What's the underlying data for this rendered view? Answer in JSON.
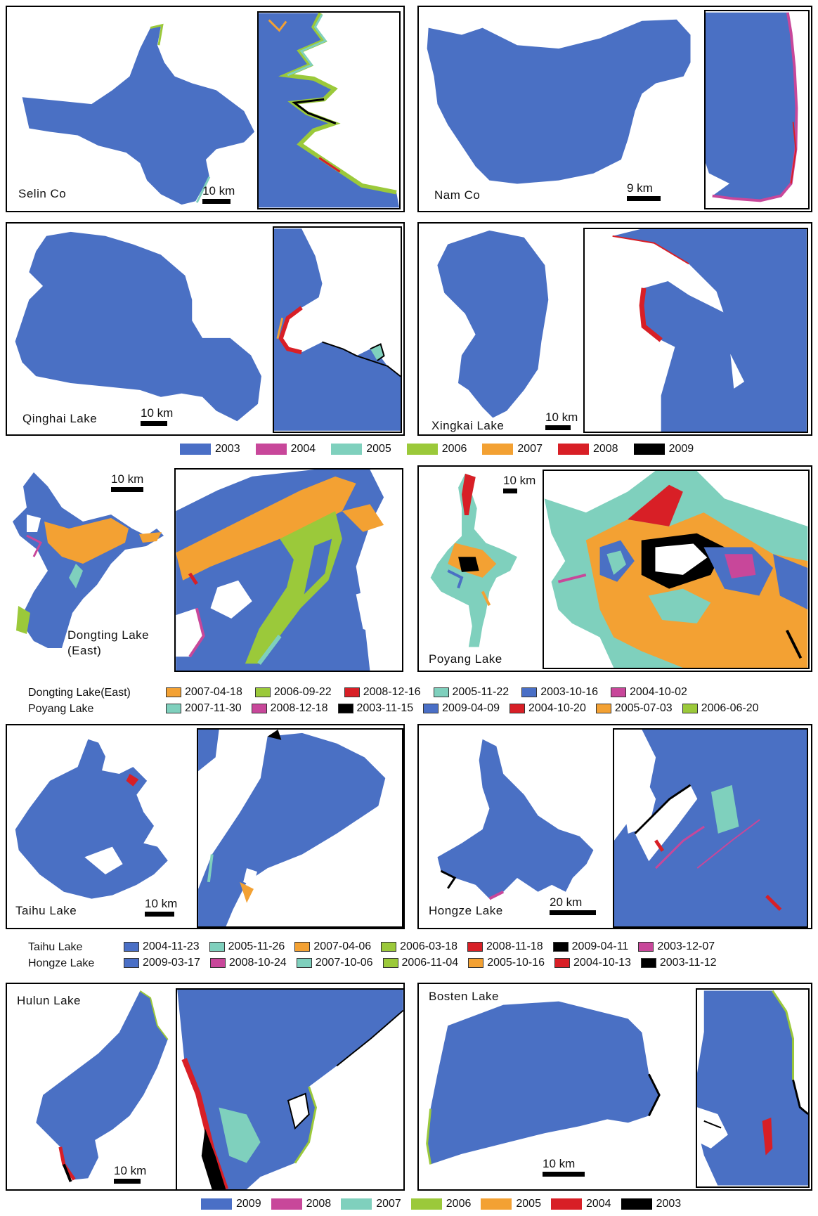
{
  "colors": {
    "lake_blue": "#4a70c4",
    "c2003": "#4a6fc6",
    "c2004": "#c8479a",
    "c2005": "#7fd0bd",
    "c2006": "#9bc93a",
    "c2007": "#f3a133",
    "c2008": "#d81f26",
    "c2009": "#000000"
  },
  "panels": {
    "selin": {
      "name": "Selin Co",
      "scale": "10 km"
    },
    "namco": {
      "name": "Nam Co",
      "scale": "9 km"
    },
    "qinghai": {
      "name": "Qinghai Lake",
      "scale": "10 km"
    },
    "xingkai": {
      "name": "Xingkai Lake",
      "scale": "10 km"
    },
    "dongting": {
      "name": "Dongting Lake",
      "name2": "(East)",
      "scale": "10  km"
    },
    "poyang": {
      "name": "Poyang Lake",
      "scale": "10 km"
    },
    "taihu": {
      "name": "Taihu Lake",
      "scale": "10 km"
    },
    "hongze": {
      "name": "Hongze Lake",
      "scale": "20 km"
    },
    "hulun": {
      "name": "Hulun Lake",
      "scale": "10 km"
    },
    "bosten": {
      "name": "Bosten Lake",
      "scale": "10 km"
    }
  },
  "legend1": [
    {
      "label": "2003",
      "color": "#4a6fc6"
    },
    {
      "label": "2004",
      "color": "#c8479a"
    },
    {
      "label": "2005",
      "color": "#7fd0bd"
    },
    {
      "label": "2006",
      "color": "#9bc93a"
    },
    {
      "label": "2007",
      "color": "#f3a133"
    },
    {
      "label": "2008",
      "color": "#d81f26"
    },
    {
      "label": "2009",
      "color": "#000000"
    }
  ],
  "legend2": {
    "row1_label": "Dongting Lake(East)",
    "row2_label": "Poyang Lake",
    "row1": [
      {
        "label": "2007-04-18",
        "color": "#f3a133"
      },
      {
        "label": "2006-09-22",
        "color": "#9bc93a"
      },
      {
        "label": "2008-12-16",
        "color": "#d81f26"
      },
      {
        "label": "2005-11-22",
        "color": "#7fd0bd"
      },
      {
        "label": "2003-10-16",
        "color": "#4a6fc6"
      },
      {
        "label": "2004-10-02",
        "color": "#c8479a"
      }
    ],
    "row2": [
      {
        "label": "2007-11-30",
        "color": "#7fd0bd"
      },
      {
        "label": "2008-12-18",
        "color": "#c8479a"
      },
      {
        "label": "2003-11-15",
        "color": "#000000"
      },
      {
        "label": "2009-04-09",
        "color": "#4a6fc6"
      },
      {
        "label": "2004-10-20",
        "color": "#d81f26"
      },
      {
        "label": "2005-07-03",
        "color": "#f3a133"
      },
      {
        "label": "2006-06-20",
        "color": "#9bc93a"
      }
    ]
  },
  "legend3": {
    "row1_label": "Taihu Lake",
    "row2_label": "Hongze Lake",
    "row1": [
      {
        "label": "2004-11-23",
        "color": "#4a6fc6"
      },
      {
        "label": "2005-11-26",
        "color": "#7fd0bd"
      },
      {
        "label": "2007-04-06",
        "color": "#f3a133"
      },
      {
        "label": "2006-03-18",
        "color": "#9bc93a"
      },
      {
        "label": "2008-11-18",
        "color": "#d81f26"
      },
      {
        "label": "2009-04-11",
        "color": "#000000"
      },
      {
        "label": "2003-12-07",
        "color": "#c8479a"
      }
    ],
    "row2": [
      {
        "label": "2009-03-17",
        "color": "#4a6fc6"
      },
      {
        "label": "2008-10-24",
        "color": "#c8479a"
      },
      {
        "label": "2007-10-06",
        "color": "#7fd0bd"
      },
      {
        "label": "2006-11-04",
        "color": "#9bc93a"
      },
      {
        "label": "2005-10-16",
        "color": "#f3a133"
      },
      {
        "label": "2004-10-13",
        "color": "#d81f26"
      },
      {
        "label": "2003-11-12",
        "color": "#000000"
      }
    ]
  },
  "legend4": [
    {
      "label": "2009",
      "color": "#4a6fc6"
    },
    {
      "label": "2008",
      "color": "#c8479a"
    },
    {
      "label": "2007",
      "color": "#7fd0bd"
    },
    {
      "label": "2006",
      "color": "#9bc93a"
    },
    {
      "label": "2005",
      "color": "#f3a133"
    },
    {
      "label": "2004",
      "color": "#d81f26"
    },
    {
      "label": "2003",
      "color": "#000000"
    }
  ]
}
